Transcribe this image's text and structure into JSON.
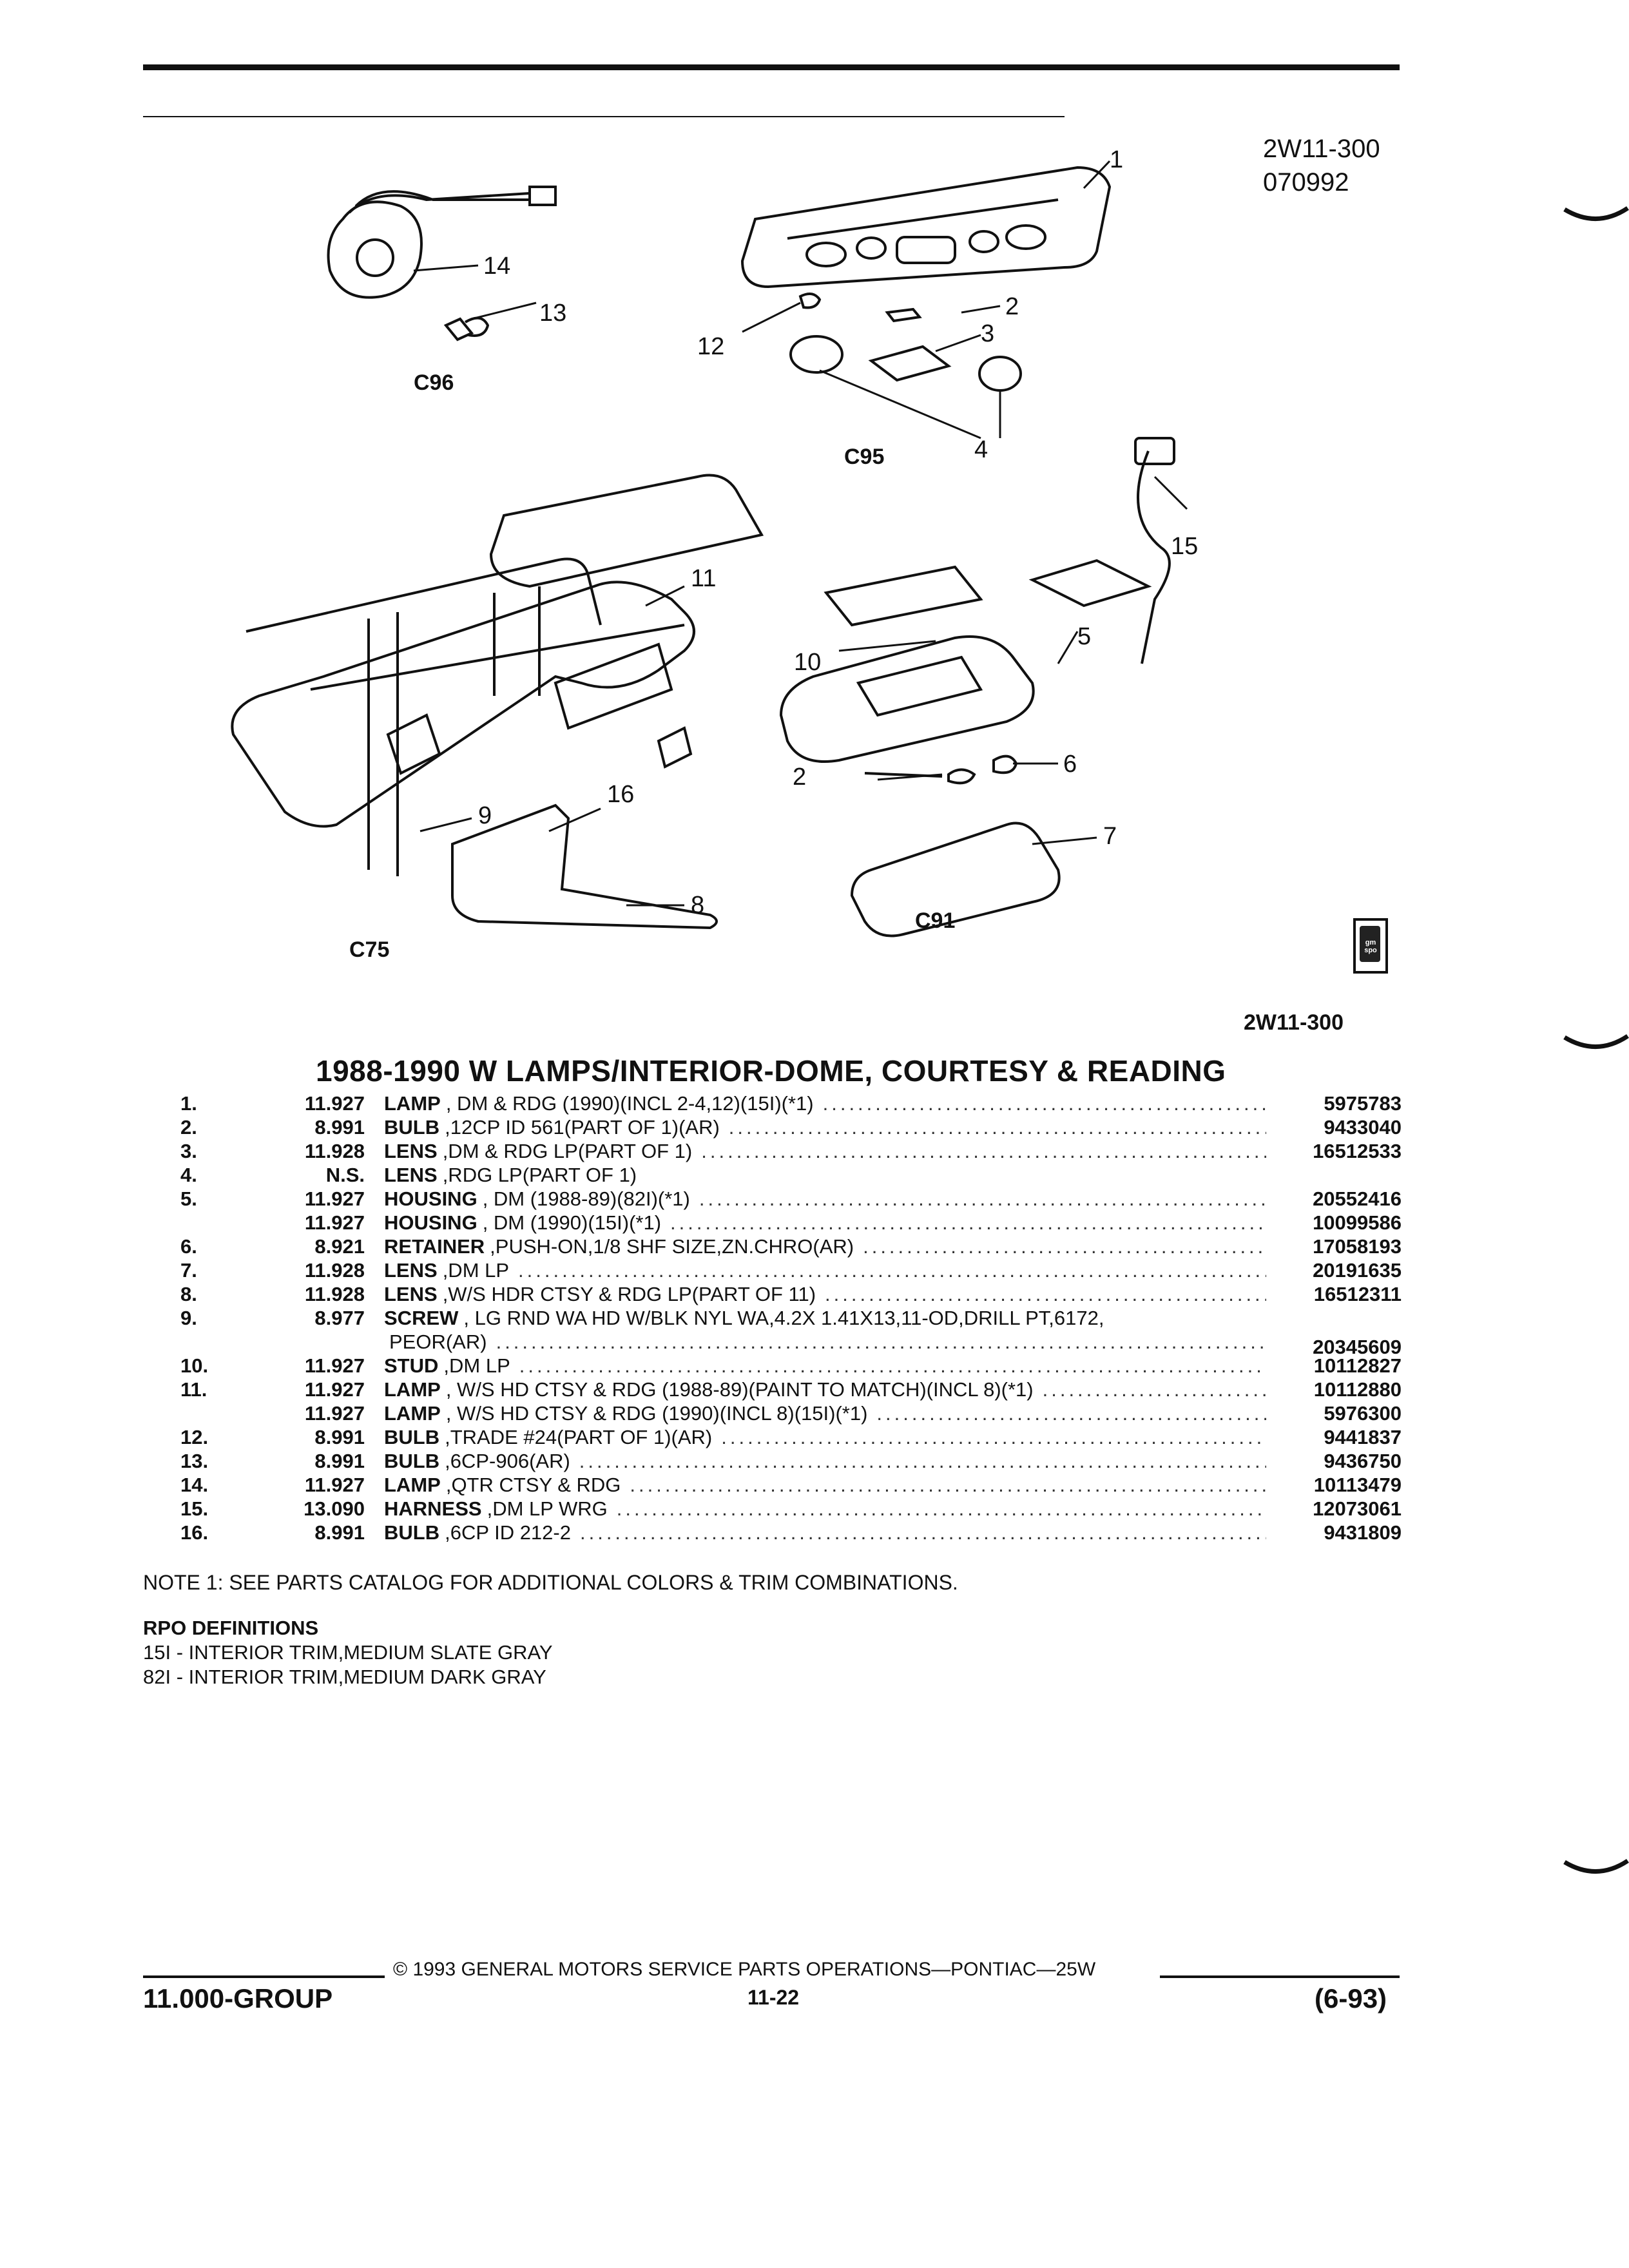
{
  "header": {
    "code_1": "2W11-300",
    "code_2": "070992"
  },
  "diagram": {
    "group_labels": [
      "C96",
      "C95",
      "C75",
      "C91"
    ],
    "callouts": [
      "1",
      "2",
      "3",
      "4",
      "12",
      "13",
      "14",
      "15",
      "11",
      "10",
      "5",
      "16",
      "9",
      "6",
      "2",
      "7",
      "8"
    ]
  },
  "logo": {
    "text": "gm spo"
  },
  "section_code": "2W11-300",
  "title": "1988-1990 W LAMPS/INTERIOR-DOME, COURTESY & READING",
  "parts": [
    {
      "num": "1.",
      "group": "11.927",
      "name": "LAMP",
      "desc": ", DM & RDG (1990)(INCL 2-4,12)(15I)(*1)",
      "pn": "5975783"
    },
    {
      "num": "2.",
      "group": "8.991",
      "name": "BULB",
      "desc": ",12CP ID 561(PART OF 1)(AR)",
      "pn": "9433040"
    },
    {
      "num": "3.",
      "group": "11.928",
      "name": "LENS",
      "desc": ",DM & RDG LP(PART OF 1)",
      "pn": "16512533"
    },
    {
      "num": "4.",
      "group": "N.S.",
      "name": "LENS",
      "desc": ",RDG LP(PART OF 1)",
      "pn": ""
    },
    {
      "num": "5.",
      "group": "11.927",
      "name": "HOUSING",
      "desc": ", DM (1988-89)(82I)(*1)",
      "pn": "20552416"
    },
    {
      "num": "",
      "group": "11.927",
      "name": "HOUSING",
      "desc": ", DM (1990)(15I)(*1)",
      "pn": "10099586"
    },
    {
      "num": "6.",
      "group": "8.921",
      "name": "RETAINER",
      "desc": ",PUSH-ON,1/8 SHF SIZE,ZN.CHRO(AR)",
      "pn": "17058193"
    },
    {
      "num": "7.",
      "group": "11.928",
      "name": "LENS",
      "desc": ",DM LP",
      "pn": "20191635"
    },
    {
      "num": "8.",
      "group": "11.928",
      "name": "LENS",
      "desc": ",W/S HDR CTSY & RDG LP(PART OF 11)",
      "pn": "16512311"
    },
    {
      "num": "9.",
      "group": "8.977",
      "name": "SCREW",
      "desc": ", LG RND WA HD W/BLK NYL WA,4.2X 1.41X13,11-OD,DRILL PT,6172,",
      "pn": ""
    },
    {
      "num": "",
      "group": "",
      "name": "",
      "desc": "PEOR(AR)",
      "pn": "20345609"
    },
    {
      "num": "10.",
      "group": "11.927",
      "name": "STUD",
      "desc": ",DM LP",
      "pn": "10112827"
    },
    {
      "num": "11.",
      "group": "11.927",
      "name": "LAMP",
      "desc": ", W/S HD CTSY & RDG (1988-89)(PAINT TO MATCH)(INCL 8)(*1)",
      "pn": "10112880"
    },
    {
      "num": "",
      "group": "11.927",
      "name": "LAMP",
      "desc": ", W/S HD CTSY & RDG (1990)(INCL 8)(15I)(*1)",
      "pn": "5976300"
    },
    {
      "num": "12.",
      "group": "8.991",
      "name": "BULB",
      "desc": ",TRADE #24(PART OF 1)(AR)",
      "pn": "9441837"
    },
    {
      "num": "13.",
      "group": "8.991",
      "name": "BULB",
      "desc": ",6CP-906(AR)",
      "pn": "9436750"
    },
    {
      "num": "14.",
      "group": "11.927",
      "name": "LAMP",
      "desc": ",QTR CTSY & RDG",
      "pn": "10113479"
    },
    {
      "num": "15.",
      "group": "13.090",
      "name": "HARNESS",
      "desc": ",DM LP WRG",
      "pn": "12073061"
    },
    {
      "num": "16.",
      "group": "8.991",
      "name": "BULB",
      "desc": ",6CP ID 212-2",
      "pn": "9431809"
    }
  ],
  "note": "NOTE  1:  SEE PARTS CATALOG FOR ADDITIONAL COLORS & TRIM COMBINATIONS.",
  "rpo": {
    "header": "RPO DEFINITIONS",
    "items": [
      "15I - INTERIOR TRIM,MEDIUM SLATE GRAY",
      "82I - INTERIOR TRIM,MEDIUM DARK GRAY"
    ]
  },
  "footer": {
    "copyright": "© 1993  GENERAL MOTORS SERVICE PARTS OPERATIONS—PONTIAC—25W",
    "group": "11.000-GROUP",
    "page": "11-22",
    "date": "(6-93)"
  },
  "dots": "................................................................................................................................"
}
